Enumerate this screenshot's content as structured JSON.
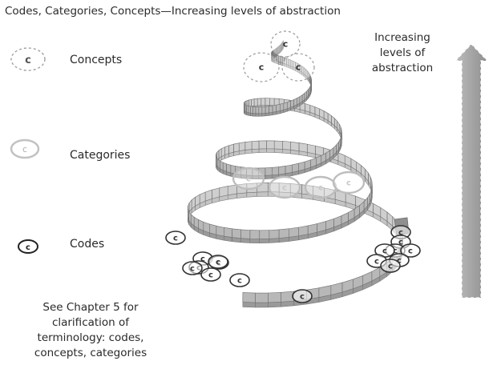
{
  "title": "Codes, Categories, Concepts—Increasing levels of abstraction",
  "legend": {
    "concepts": {
      "label": "Concepts",
      "symbol": "c",
      "icon": "dashed-circle-icon"
    },
    "categories": {
      "label": "Categories",
      "symbol": "c",
      "icon": "light-circle-icon"
    },
    "codes": {
      "label": "Codes",
      "symbol": "c",
      "icon": "bold-circle-icon"
    }
  },
  "arrow_label": {
    "line1": "Increasing",
    "line2": "levels of",
    "line3": "abstraction"
  },
  "note": {
    "line1": "See Chapter 5 for",
    "line2": "clarification of",
    "line3": "terminology: codes,",
    "line4": "concepts, categories"
  },
  "colors": {
    "spiral_fill": "#b8b8b8",
    "spiral_edge": "#6f6f6f",
    "arrow_fill": "#a9a9a9",
    "code_ring": "#333333",
    "category_ring": "#bdbdbd",
    "concept_ring": "#999999"
  }
}
